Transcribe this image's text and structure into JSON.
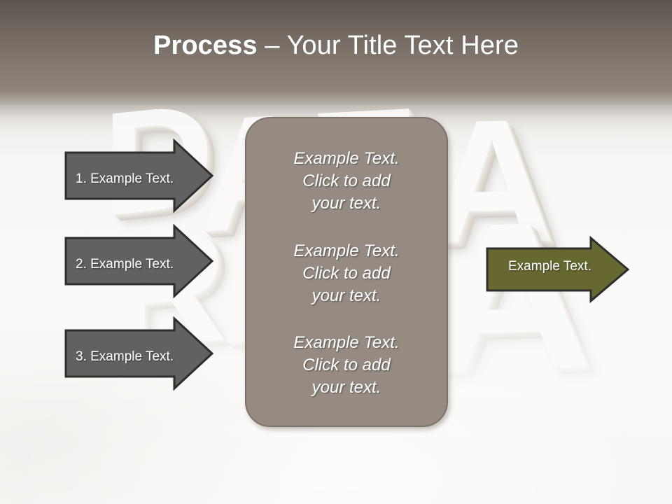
{
  "slide": {
    "title": {
      "bold_part": "Process",
      "rest_part": " – Your Title Text Here"
    },
    "background_watermark_letters": [
      "D",
      "A",
      "T",
      "A",
      "R",
      "A",
      "A"
    ],
    "colors": {
      "header_gradient_top": "#5C544E",
      "header_gradient_mid": "#8D8379",
      "body_background": "#FAFAF8",
      "panel_fill": "#958B83",
      "panel_border": "#7D736B",
      "gray_arrow_fill": "#616161",
      "gray_arrow_border": "#2D2D2D",
      "green_arrow_fill": "#66682F",
      "green_arrow_border": "#2D2D2D",
      "text_white": "#FFFFFF"
    }
  },
  "left_arrows": [
    {
      "label": "1. Example Text."
    },
    {
      "label": "2. Example Text."
    },
    {
      "label": "3. Example Text."
    }
  ],
  "center_panel": {
    "blocks": [
      {
        "line1": "Example Text.",
        "line2": "Click  to add",
        "line3": "your text."
      },
      {
        "line1": "Example Text.",
        "line2": "Click  to add",
        "line3": "your text."
      },
      {
        "line1": "Example Text.",
        "line2": "Click  to add",
        "line3": "your text."
      }
    ]
  },
  "right_arrow": {
    "label": "Example Text."
  }
}
